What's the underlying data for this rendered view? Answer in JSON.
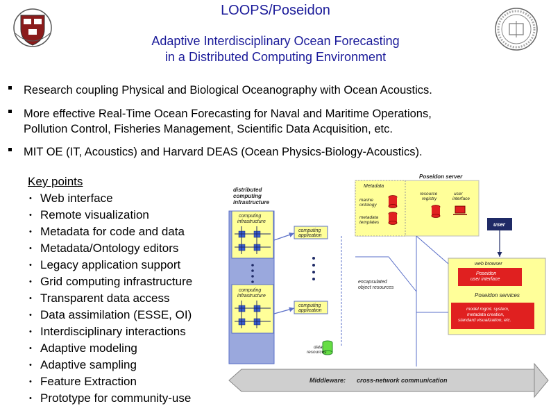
{
  "header": {
    "title": "LOOPS/Poseidon",
    "subtitle_line1": "Adaptive Interdisciplinary Ocean Forecasting",
    "subtitle_line2": "in a Distributed Computing Environment",
    "left_logo_icon": "harvard-shield-icon",
    "right_logo_icon": "mit-seal-icon"
  },
  "bullets": [
    {
      "line1": "Research coupling Physical and Biological Oceanography with Ocean Acoustics.",
      "line2": ""
    },
    {
      "line1": "More effective Real-Time Ocean Forecasting for Naval and Maritime Operations,",
      "line2": "Pollution Control, Fisheries Management, Scientific Data Acquisition, etc."
    },
    {
      "line1": "MIT OE (IT, Acoustics) and Harvard DEAS (Ocean Physics-Biology-Acoustics).",
      "line2": ""
    }
  ],
  "key_points": {
    "heading": "Key points",
    "items": [
      "Web interface",
      "Remote visualization",
      "Metadata for code and data",
      "Metadata/Ontology editors",
      "Legacy application support",
      "Grid computing infrastructure",
      "Transparent data access",
      "Data assimilation (ESSE, OI)",
      "Interdisciplinary interactions",
      "Adaptive modeling",
      "Adaptive sampling",
      "Feature Extraction",
      "Prototype for community-use"
    ]
  },
  "diagram": {
    "distributed_infra": "distributed\ncomputing\ninfrastructure",
    "computing_infra_1": "computing\ninfrastructure",
    "computing_infra_2": "computing\ninfrastructure",
    "computing_app_1": "computing\napplication",
    "computing_app_2": "computing\napplication",
    "encapsulated": "encapsulated\nobject resources",
    "data_resources": "data\nresources",
    "poseidon_server": "Poseidon server",
    "metadata": "Metadata",
    "marine_ontology": "marine\nontology",
    "metadata_templates": "metadata\ntemplates",
    "resource_registry": "resource\nregistry",
    "user_interface": "user\ninterface",
    "user": "user",
    "web_browser": "web browser",
    "poseidon_ui": "Poseidon\nuser interface",
    "poseidon_services": "Poseidon services",
    "model_mgmt": "model mgmt. system,\nmetadata creation,\nstandard visualization, etc.",
    "middleware_label": "Middleware:",
    "middleware_text": "cross-network communication",
    "colors": {
      "yellow": "#ffff99",
      "red": "#e02020",
      "green": "#66dd44",
      "navy": "#1f2a66",
      "blue_frame": "#5a6fc8",
      "grey_band": "#cfcfcf"
    }
  }
}
